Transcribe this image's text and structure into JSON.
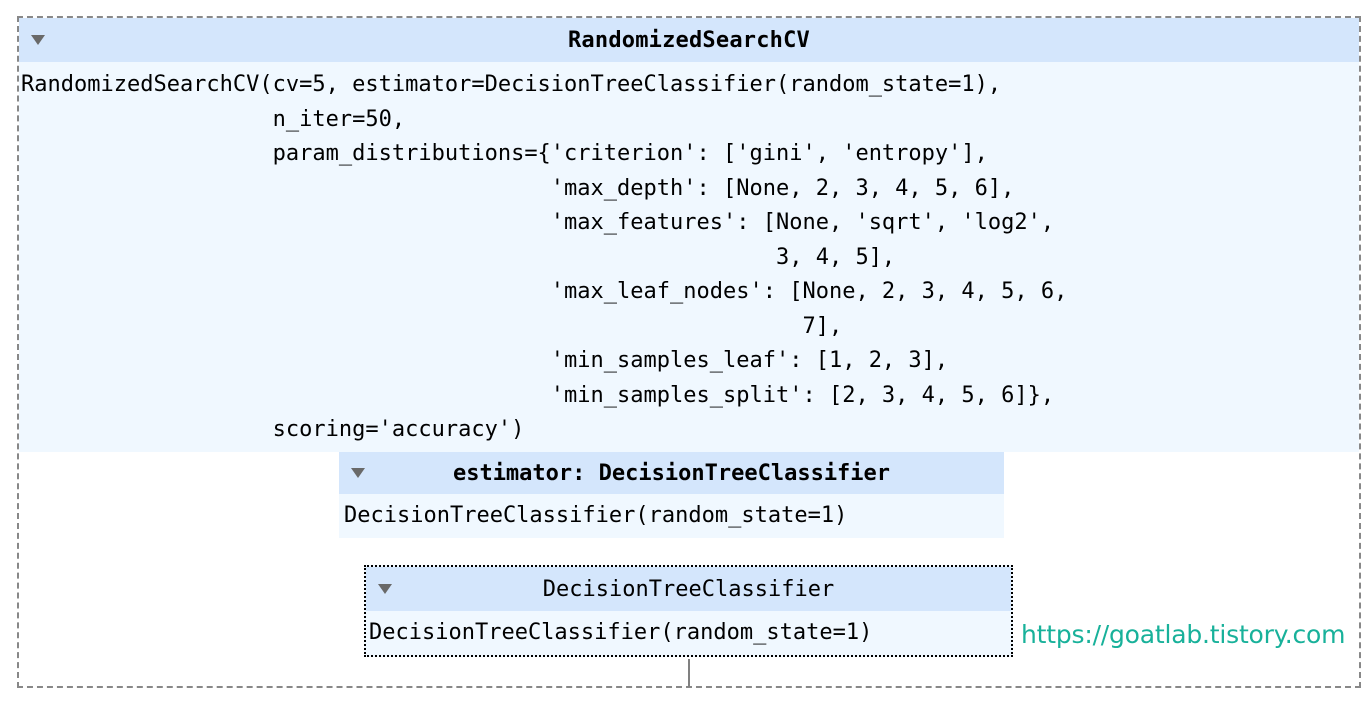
{
  "page": {
    "background": "#ffffff",
    "header_bg": "#d4e6fc",
    "body_bg": "#f0f8ff",
    "outer_border": "#888888",
    "inner_border": "#000000",
    "connector_color": "#808080"
  },
  "outer": {
    "title": "RandomizedSearchCV",
    "toggle_icon": "triangle-down-icon",
    "repr": "RandomizedSearchCV(cv=5, estimator=DecisionTreeClassifier(random_state=1),\n                   n_iter=50,\n                   param_distributions={'criterion': ['gini', 'entropy'],\n                                        'max_depth': [None, 2, 3, 4, 5, 6],\n                                        'max_features': [None, 'sqrt', 'log2',\n                                                         3, 4, 5],\n                                        'max_leaf_nodes': [None, 2, 3, 4, 5, 6,\n                                                           7],\n                                        'min_samples_leaf': [1, 2, 3],\n                                        'min_samples_split': [2, 3, 4, 5, 6]},\n                   scoring='accuracy')",
    "repr_lines": [
      "RandomizedSearchCV(cv=5, estimator=DecisionTreeClassifier(random_state=1),",
      "                   n_iter=50,",
      "                   param_distributions={'criterion': ['gini', 'entropy'],",
      "                                        'max_depth': [None, 2, 3, 4, 5, 6],",
      "                                        'max_features': [None, 'sqrt', 'log2',",
      "                                                         3, 4, 5],",
      "                                        'max_leaf_nodes': [None, 2, 3, 4, 5, 6,",
      "                                                           7],",
      "                                        'min_samples_leaf': [1, 2, 3],",
      "                                        'min_samples_split': [2, 3, 4, 5, 6]},",
      "                   scoring='accuracy')"
    ],
    "params": {
      "cv": "5",
      "estimator": "DecisionTreeClassifier(random_state=1)",
      "n_iter": "50",
      "scoring": "'accuracy'",
      "param_distributions": {
        "criterion": "['gini', 'entropy']",
        "max_depth": "[None, 2, 3, 4, 5, 6]",
        "max_features": "[None, 'sqrt', 'log2', 3, 4, 5]",
        "max_leaf_nodes": "[None, 2, 3, 4, 5, 6, 7]",
        "min_samples_leaf": "[1, 2, 3]",
        "min_samples_split": "[2, 3, 4, 5, 6]"
      }
    }
  },
  "middle": {
    "title": "estimator: DecisionTreeClassifier",
    "toggle_icon": "triangle-down-icon",
    "repr": "DecisionTreeClassifier(random_state=1)"
  },
  "inner": {
    "title": "DecisionTreeClassifier",
    "toggle_icon": "triangle-down-icon",
    "repr": "DecisionTreeClassifier(random_state=1)"
  },
  "watermark": {
    "text": "https://goatlab.tistory.com",
    "color": "#18b19a"
  }
}
